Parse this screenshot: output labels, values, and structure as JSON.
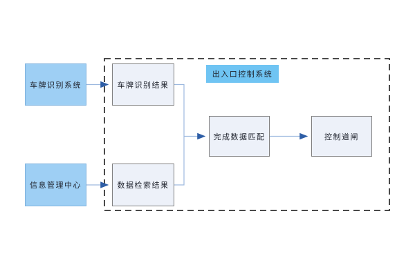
{
  "diagram": {
    "system_label": "出入口控制系统",
    "external_nodes": [
      {
        "id": "plate-recognition-system",
        "label": "车牌识别系统"
      },
      {
        "id": "info-management-center",
        "label": "信息管理中心"
      }
    ],
    "internal_nodes": [
      {
        "id": "plate-recognition-result",
        "label": "车牌识别结果"
      },
      {
        "id": "data-retrieval-result",
        "label": "数据检索结果"
      },
      {
        "id": "data-match-complete",
        "label": "完成数据匹配"
      },
      {
        "id": "gate-control",
        "label": "控制道闸"
      }
    ],
    "edges": [
      {
        "from": "车牌识别系统",
        "to": "车牌识别结果"
      },
      {
        "from": "信息管理中心",
        "to": "数据检索结果"
      },
      {
        "from": "车牌识别结果",
        "to": "完成数据匹配"
      },
      {
        "from": "数据检索结果",
        "to": "完成数据匹配"
      },
      {
        "from": "完成数据匹配",
        "to": "控制道闸"
      }
    ],
    "colors": {
      "external_node_fill": "#9ECFF4",
      "external_node_border": "#7EB1DD",
      "system_label_fill": "#6FC4F3",
      "internal_node_fill": "#EDF1F9",
      "internal_node_border": "#7F7F7F",
      "connector_line": "#9DB9DF",
      "arrowhead": "#2E5EA6",
      "boundary_dash": "#4A4A4A"
    }
  }
}
